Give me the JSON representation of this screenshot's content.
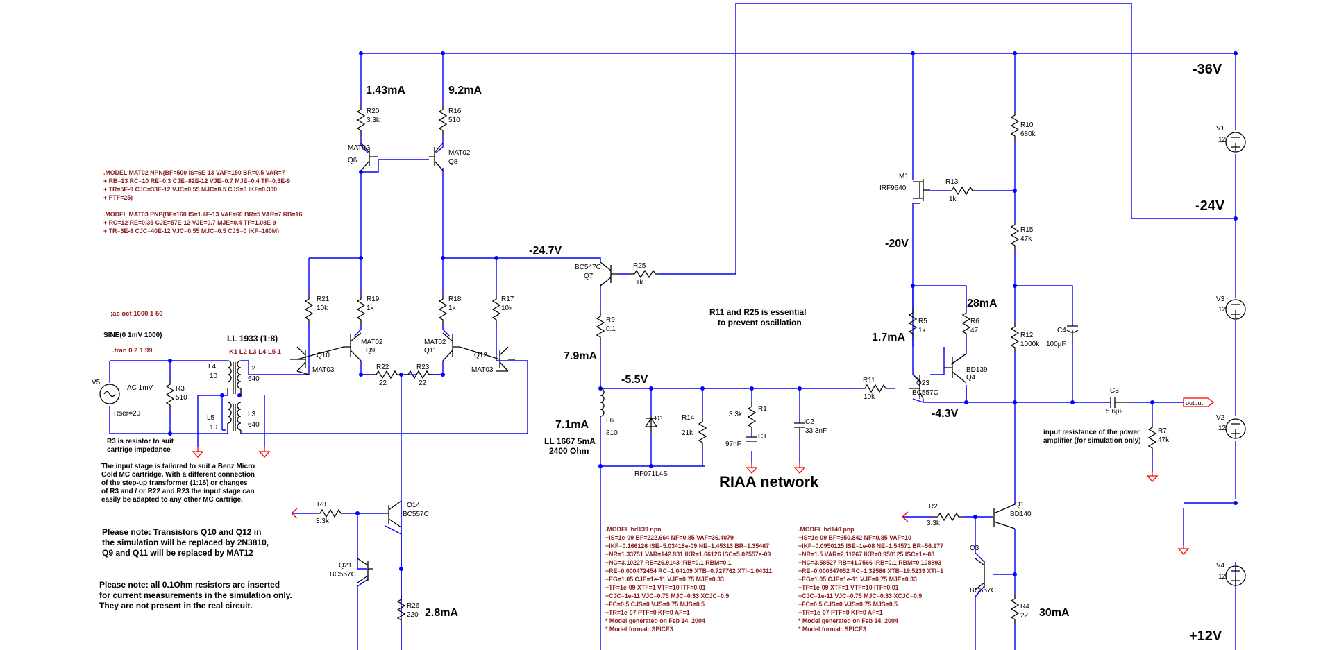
{
  "supplies": {
    "minus36": "-36V",
    "minus24": "-24V",
    "plus12": "+12V",
    "v1": {
      "name": "V1",
      "value": "12"
    },
    "v2": {
      "name": "V2",
      "value": "12"
    },
    "v3": {
      "name": "V3",
      "value": "12"
    },
    "v4": {
      "name": "V4",
      "value": "12"
    }
  },
  "currents": {
    "i_r20": "1.43mA",
    "i_r16": "9.2mA",
    "i_r6": "28mA",
    "i_r5": "1.7mA",
    "i_r9": "7.9mA",
    "i_l6": "7.1mA",
    "i_r26": "2.8mA",
    "i_r4": "30mA"
  },
  "voltages": {
    "v_q7": "-24.7V",
    "v_m1": "-20V",
    "v_riaa": "-5.5V",
    "v_out": "-4.3V"
  },
  "components": {
    "r20": {
      "name": "R20",
      "value": "3.3k"
    },
    "r16": {
      "name": "R16",
      "value": "510"
    },
    "r21": {
      "name": "R21",
      "value": "10k"
    },
    "r19": {
      "name": "R19",
      "value": "1k"
    },
    "r18": {
      "name": "R18",
      "value": "1k"
    },
    "r17": {
      "name": "R17",
      "value": "10k"
    },
    "r22": {
      "name": "R22",
      "value": "22"
    },
    "r23": {
      "name": "R23",
      "value": "22"
    },
    "r3": {
      "name": "R3",
      "value": "510"
    },
    "r25": {
      "name": "R25",
      "value": "1k"
    },
    "r9": {
      "name": "R9",
      "value": "0.1"
    },
    "r14": {
      "name": "R14",
      "value": "21k"
    },
    "r1": {
      "name": "R1",
      "value": "3.3k"
    },
    "r11": {
      "name": "R11",
      "value": "10k"
    },
    "r13": {
      "name": "R13",
      "value": "1k"
    },
    "r10": {
      "name": "R10",
      "value": "680k"
    },
    "r15": {
      "name": "R15",
      "value": "47k"
    },
    "r12": {
      "name": "R12",
      "value": "1000k"
    },
    "r5": {
      "name": "R5",
      "value": "1k"
    },
    "r6": {
      "name": "R6",
      "value": "47"
    },
    "r7": {
      "name": "R7",
      "value": "47k"
    },
    "r8": {
      "name": "R8",
      "value": "3.3k"
    },
    "r26": {
      "name": "R26",
      "value": "220"
    },
    "r2": {
      "name": "R2",
      "value": "3.3k"
    },
    "r4": {
      "name": "R4",
      "value": "22"
    },
    "c1": {
      "name": "C1",
      "value": "97nF"
    },
    "c2": {
      "name": "C2",
      "value": "33.3nF"
    },
    "c3": {
      "name": "C3",
      "value": "5.6µF"
    },
    "c4": {
      "name": "C4",
      "value": "100µF"
    },
    "l2": {
      "name": "L2",
      "value": "640"
    },
    "l3": {
      "name": "L3",
      "value": "640"
    },
    "l4": {
      "name": "L4",
      "value": "10"
    },
    "l5": {
      "name": "L5",
      "value": "10"
    },
    "l6": {
      "name": "L6",
      "value": "810"
    },
    "d1": {
      "name": "D1",
      "value": "RF071L4S"
    },
    "v5": {
      "name": "V5",
      "value": "AC 1mV",
      "rser": "Rser=20"
    },
    "q6": {
      "name": "Q6",
      "type": "MAT02"
    },
    "q8": {
      "name": "Q8",
      "type": "MAT02"
    },
    "q9": {
      "name": "Q9",
      "type": "MAT02"
    },
    "q11": {
      "name": "Q11",
      "type": "MAT02"
    },
    "q10": {
      "name": "Q10",
      "type": "MAT03"
    },
    "q12": {
      "name": "Q12",
      "type": "MAT03"
    },
    "q7": {
      "name": "Q7",
      "type": "BC547C"
    },
    "q14": {
      "name": "Q14",
      "type": "BC557C"
    },
    "q21": {
      "name": "Q21",
      "type": "BC557C"
    },
    "q23": {
      "name": "Q23",
      "type": "BC557C"
    },
    "q4": {
      "name": "Q4",
      "type": "BD139"
    },
    "q1": {
      "name": "Q1",
      "type": "BD140"
    },
    "q3": {
      "name": "Q3",
      "type": "BC557C"
    },
    "m1": {
      "name": "M1",
      "type": "IRF9640"
    }
  },
  "labels": {
    "output": "output",
    "riaa_network": "RIAA network",
    "transformer": "LL 1933 (1:8)",
    "coupling": "K1 L2 L3 L4 L5 1",
    "ll1667_a": "LL 1667 5mA",
    "ll1667_b": "2400 Ohm",
    "oscillation_a": "R11 and R25 is essential",
    "oscillation_b": "to prevent oscillation",
    "input_res_a": "input resistance of the power",
    "input_res_b": "amplifier (for simulation only)"
  },
  "directives": {
    "ac": ";ac oct 1000 1 50",
    "sine": "SINE(0 1mV 1000)",
    "tran": ".tran 0 2 1.99"
  },
  "model_mat": [
    ".MODEL MAT02 NPN(BF=500 IS=6E-13 VAF=150 BR=0.5 VAR=7",
    "+ RB=13 RC=10 RE=0.3 CJE=82E-12 VJE=0.7 MJE=0.4 TF=0.3E-9",
    "+ TR=5E-9 CJC=33E-12 VJC=0.55 MJC=0.5 CJS=0 IKF=0.300",
    "+ PTF=25)",
    "",
    ".MODEL MAT03 PNP(BF=160 IS=1.4E-13 VAF=60 BR=5 VAR=7 RB=16",
    "+ RC=12 RE=0.35 CJE=57E-12 VJE=0.7 MJE=0.4 TF=1.08E-9",
    "+ TR=3E-8 CJC=40E-12 VJC=0.55 MJC=0.5 CJS=0 IKF=160M)"
  ],
  "model_bd139": [
    ".MODEL bd139 npn",
    "+IS=1e-09 BF=222.664 NF=0.85 VAF=36.4079",
    "+IKF=0.166126 ISE=5.03418e-09 NE=1.45313 BR=1.35467",
    "+NR=1.33751 VAR=142.931 IKR=1.66126 ISC=5.02557e-09",
    "+NC=3.10227 RB=26.9143 IRB=0.1 RBM=0.1",
    "+RE=0.000472454 RC=1.04109 XTB=0.727762 XTI=1.04311",
    "+EG=1.05 CJE=1e-11 VJE=0.75 MJE=0.33",
    "+TF=1e-09 XTF=1 VTF=10 ITF=0.01",
    "+CJC=1e-11 VJC=0.75 MJC=0.33 XCJC=0.9",
    "+FC=0.5 CJS=0 VJS=0.75 MJS=0.5",
    "+TR=1e-07 PTF=0 KF=0 AF=1",
    "* Model generated on Feb 14, 2004",
    "* Model format: SPICE3"
  ],
  "model_bd140": [
    ".MODEL bd140 pnp",
    "+IS=1e-09 BF=650.842 NF=0.85 VAF=10",
    "+IKF=0.0950125 ISE=1e-08 NE=1.54571 BR=56.177",
    "+NR=1.5 VAR=2.11267 IKR=0.950125 ISC=1e-08",
    "+NC=3.58527 RB=41.7566 IRB=0.1 RBM=0.108893",
    "+RE=0.000347052 RC=1.32566 XTB=19.5239 XTI=1",
    "+EG=1.05 CJE=1e-11 VJE=0.75 MJE=0.33",
    "+TF=1e-09 XTF=1 VTF=10 ITF=0.01",
    "+CJC=1e-11 VJC=0.75 MJC=0.33 XCJC=0.9",
    "+FC=0.5 CJS=0 VJS=0.75 MJS=0.5",
    "+TR=1e-07 PTF=0 KF=0 AF=1",
    "* Model generated on Feb 14, 2004",
    "* Model format: SPICE3"
  ],
  "notes": {
    "r3_note": [
      "R3 is resistor to suit",
      "cartrige impedance"
    ],
    "input_stage": [
      "The input stage is tailored to suit a Benz Micro",
      "Gold MC cartridge. With a different connection",
      "of the step-up transformer (1:16) or changes",
      "of R3 and / or R22 and R23 the input stage can",
      "easily be adapted to any other MC cartrige."
    ],
    "transistors": [
      "Please note: Transistors Q10 and Q12 in",
      "the simulation will be replaced by 2N3810,",
      "Q9 and Q11 will be replaced by MAT12"
    ],
    "resistors": [
      "Please note: all 0.1Ohm resistors are inserted",
      "for current measurements in the simulation only.",
      "They are not present in the real circuit."
    ]
  }
}
